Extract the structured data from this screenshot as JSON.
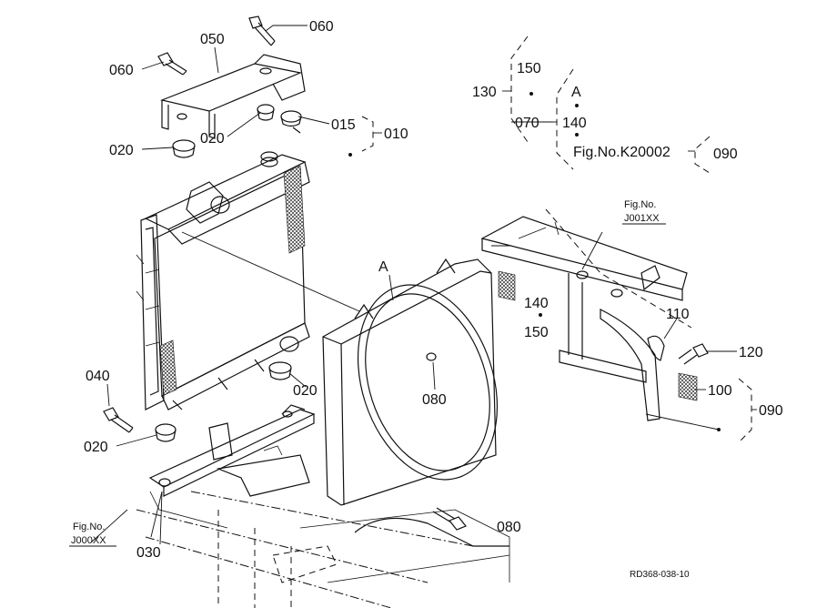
{
  "labels": {
    "p060_top": "060",
    "p050": "050",
    "p060_left": "060",
    "p020_a": "020",
    "p015": "015",
    "p010": "010",
    "p020_b": "020",
    "p130": "130",
    "p150_top": "150",
    "p070": "070",
    "pA_top": "A",
    "p140_top": "140",
    "fig_k": "Fig.No.K20002",
    "p090_top": "090",
    "fig_j001_a": "Fig.No.",
    "fig_j001_b": "J001XX",
    "pA_shroud": "A",
    "p140_mid": "140",
    "p150_mid": "150",
    "p110": "110",
    "p120": "120",
    "p100": "100",
    "p090_right": "090",
    "p040": "040",
    "p020_c": "020",
    "p020_d": "020",
    "p080_mid": "080",
    "fig_j000_a": "Fig.No.",
    "fig_j000_b": "J000XX",
    "p030": "030",
    "p080_low": "080",
    "ref_code": "RD368-038-10"
  }
}
